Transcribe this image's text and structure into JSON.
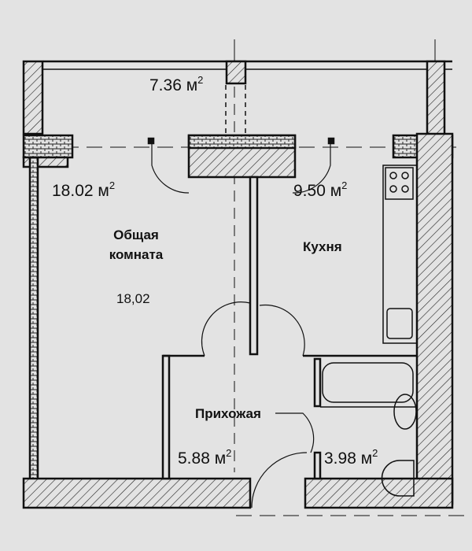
{
  "rooms": {
    "balcony": {
      "area": "7.36 м",
      "unit_sup": "2"
    },
    "living": {
      "name_line1": "Общая",
      "name_line2": "комната",
      "area": "18.02 м",
      "unit_sup": "2",
      "area_note": "18,02"
    },
    "kitchen": {
      "name": "Кухня",
      "area": "9.50 м",
      "unit_sup": "2"
    },
    "hallway": {
      "name": "Прихожая",
      "area": "5.88 м",
      "unit_sup": "2"
    },
    "bathroom": {
      "area": "3.98 м",
      "unit_sup": "2"
    }
  },
  "colors": {
    "background": "#e3e3e3",
    "line": "#111111"
  }
}
